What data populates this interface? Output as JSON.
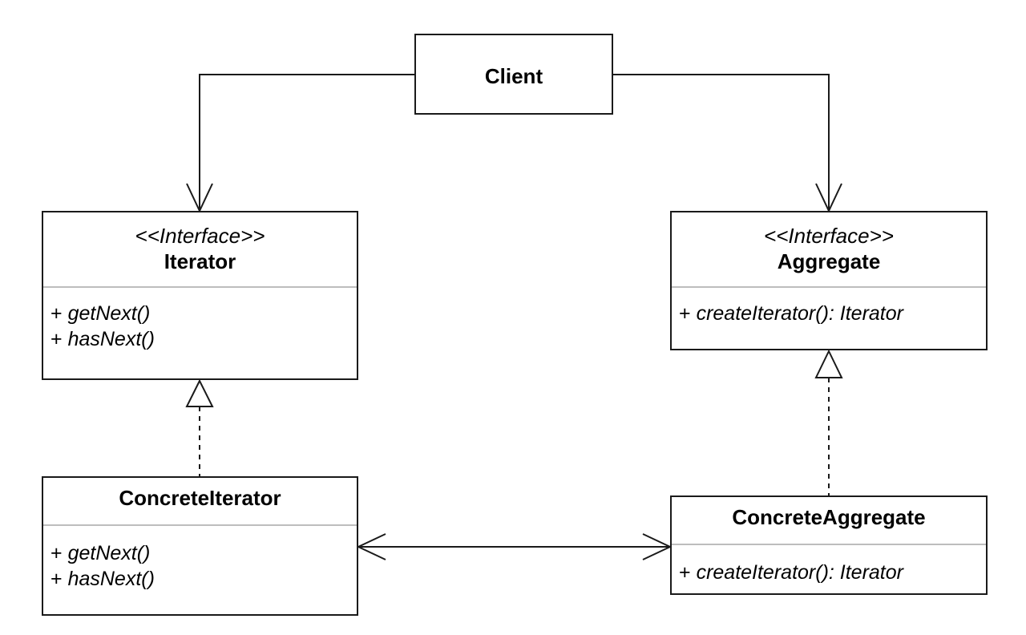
{
  "classes": {
    "client": {
      "name": "Client"
    },
    "iterator": {
      "stereotype": "<<Interface>>",
      "name": "Iterator",
      "operations": [
        {
          "visibility": "+",
          "signature": "getNext()"
        },
        {
          "visibility": "+",
          "signature": "hasNext()"
        }
      ]
    },
    "aggregate": {
      "stereotype": "<<Interface>>",
      "name": "Aggregate",
      "operations": [
        {
          "visibility": "+",
          "signature": "createIterator(): Iterator"
        }
      ]
    },
    "concrete_iterator": {
      "name": "ConcreteIterator",
      "operations": [
        {
          "visibility": "+",
          "signature": "getNext()"
        },
        {
          "visibility": "+",
          "signature": "hasNext()"
        }
      ]
    },
    "concrete_aggregate": {
      "name": "ConcreteAggregate",
      "operations": [
        {
          "visibility": "+",
          "signature": "createIterator(): Iterator"
        }
      ]
    }
  },
  "relationships": [
    {
      "from": "Client",
      "to": "Iterator",
      "type": "association",
      "arrow": "open"
    },
    {
      "from": "Client",
      "to": "Aggregate",
      "type": "association",
      "arrow": "open"
    },
    {
      "from": "ConcreteIterator",
      "to": "Iterator",
      "type": "realization",
      "arrow": "hollow-triangle"
    },
    {
      "from": "ConcreteAggregate",
      "to": "Aggregate",
      "type": "realization",
      "arrow": "hollow-triangle"
    },
    {
      "from": "ConcreteIterator",
      "to": "ConcreteAggregate",
      "type": "association",
      "arrow": "open-both-ends"
    }
  ],
  "colors": {
    "line": "#1a1a1a",
    "divider": "#bdbdbd",
    "background": "#ffffff"
  }
}
